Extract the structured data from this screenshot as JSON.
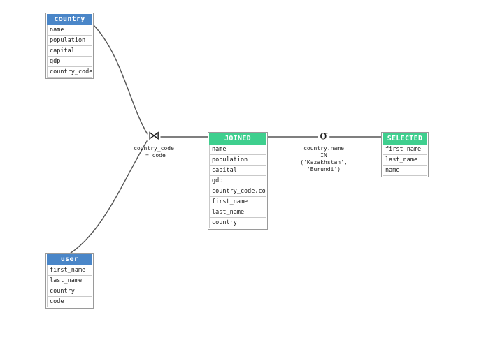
{
  "diagram": {
    "type": "relational-algebra-query-plan",
    "background": "#ffffff",
    "colors": {
      "source_header": "#4a86c8",
      "derived_header": "#3ecf8e",
      "edge": "#555555",
      "box_border": "#9a9a9a",
      "row_border": "#c9c9c9"
    }
  },
  "tables": {
    "country": {
      "title": "country",
      "columns": [
        "name",
        "population",
        "capital",
        "gdp",
        "country_code"
      ]
    },
    "user": {
      "title": "user",
      "columns": [
        "first_name",
        "last_name",
        "country",
        "code"
      ]
    },
    "joined": {
      "title": "JOINED",
      "columns": [
        "name",
        "population",
        "capital",
        "gdp",
        "country_code,code",
        "first_name",
        "last_name",
        "country"
      ]
    },
    "selected": {
      "title": "SELECTED",
      "columns": [
        "first_name",
        "last_name",
        "name"
      ]
    }
  },
  "operators": {
    "join": {
      "symbol": "⋈",
      "icon": "join-bowtie-icon",
      "condition": "country_code\n = code"
    },
    "select": {
      "symbol": "σ",
      "icon": "sigma-select-icon",
      "condition": "country.name\nIN\n('Kazakhstan',\n'Burundi')"
    }
  }
}
